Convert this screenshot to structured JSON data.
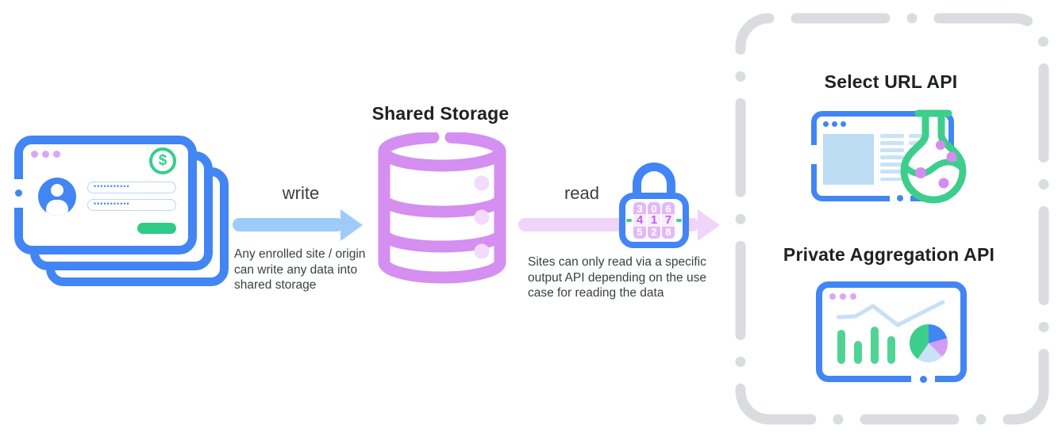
{
  "storage": {
    "title": "Shared Storage"
  },
  "flow": {
    "write_label": "write",
    "write_caption": "Any enrolled site / origin can write any data into shared storage",
    "read_label": "read",
    "read_caption": "Sites can only read via a specific output API depending on the use case for reading the data"
  },
  "login_window": {
    "currency_symbol": "$",
    "password_value": "•••••••••••"
  },
  "lock": {
    "combination": "417",
    "dials": [
      {
        "above": "3",
        "value": "4",
        "below": "5"
      },
      {
        "above": "0",
        "value": "1",
        "below": "2"
      },
      {
        "above": "6",
        "value": "7",
        "below": "8"
      }
    ]
  },
  "outputs": {
    "select_url": {
      "title": "Select URL API"
    },
    "private_aggregation": {
      "title": "Private Aggregation API"
    }
  },
  "colors": {
    "blue": "#4285F4",
    "sky_arrow": "#9FCBF8",
    "pink_arrow": "#F0D4F9",
    "cylinder_purple": "#D48FF0",
    "cylinder_dot": "#F2DBFB",
    "window_dot_purple": "#D9A7F6",
    "green": "#34CE8D",
    "bar_green": "#4FD494",
    "pie_purple": "#D49CF5",
    "pie_light_blue": "#C9E2F6",
    "dial_digit_purple": "#BE5FF0",
    "dash_gray": "#DADCE0",
    "text_dark": "#202124",
    "text_body": "#3C4043"
  }
}
